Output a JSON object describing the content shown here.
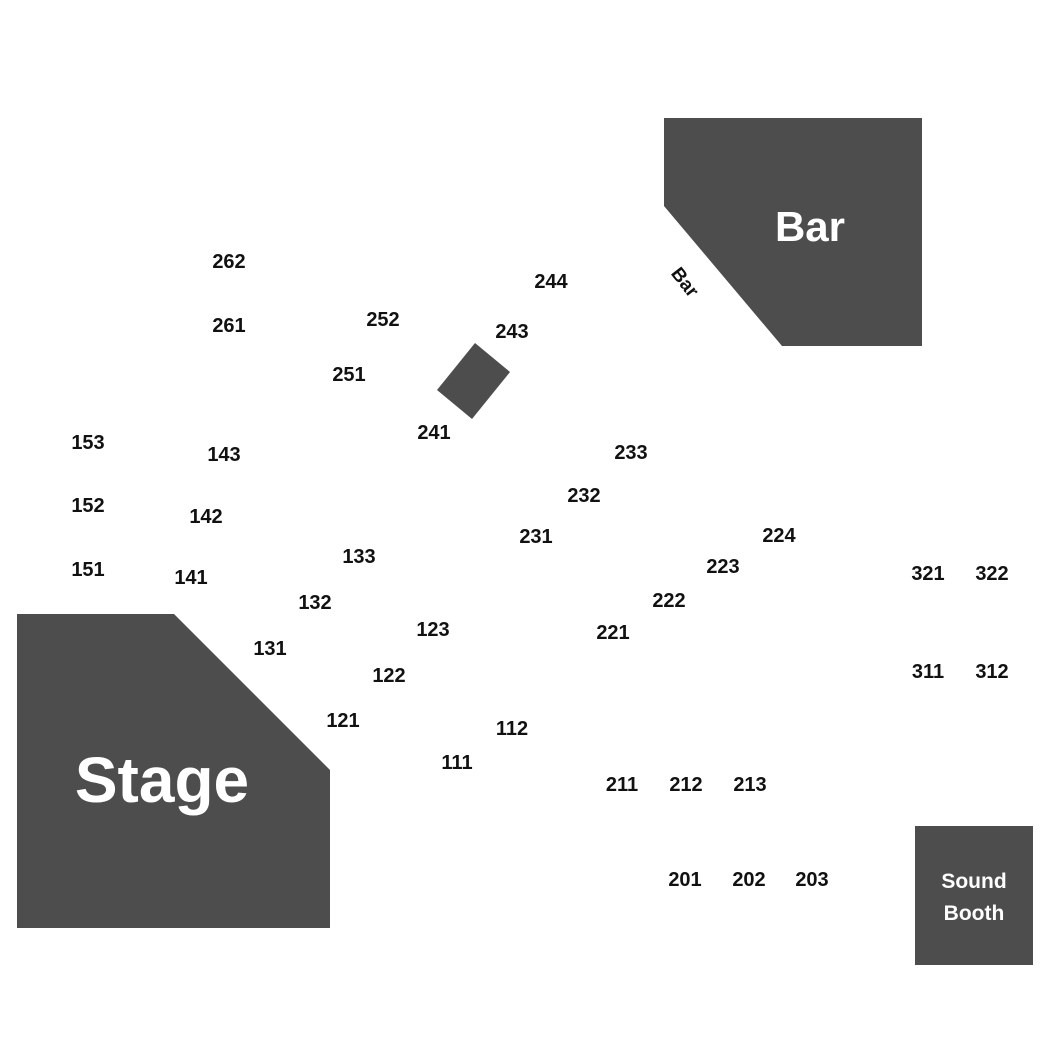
{
  "venue": {
    "stage_label": "Stage",
    "bar_label": "Bar",
    "bar_side_label": "Bar",
    "sound_booth_line1": "Sound",
    "sound_booth_line2": "Booth"
  },
  "colors": {
    "shape_fill": "#4d4d4d",
    "section_text": "#111111",
    "background": "#ffffff"
  },
  "sections": [
    "262",
    "261",
    "252",
    "251",
    "244",
    "243",
    "241",
    "153",
    "152",
    "151",
    "143",
    "142",
    "141",
    "133",
    "132",
    "131",
    "123",
    "122",
    "121",
    "112",
    "111",
    "233",
    "232",
    "231",
    "224",
    "223",
    "222",
    "221",
    "211",
    "212",
    "213",
    "201",
    "202",
    "203",
    "321",
    "322",
    "311",
    "312"
  ]
}
